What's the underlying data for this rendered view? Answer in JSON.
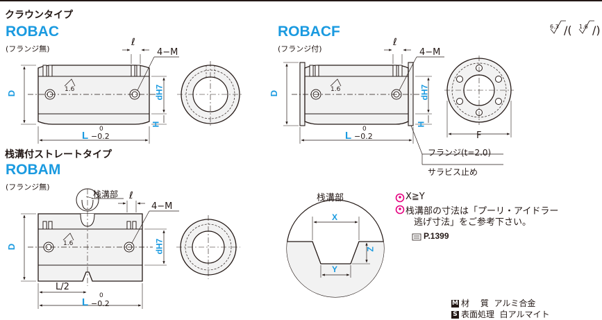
{
  "header": {
    "crown_type": "クラウンタイプ",
    "roughness_a": "6.3",
    "roughness_open": "/(",
    "roughness_b": "1.6",
    "roughness_close": "/)"
  },
  "robac": {
    "model": "ROBAC",
    "variant": "(フランジ無)",
    "label_D": "D",
    "label_ell": "ℓ",
    "label_4M": "4−M",
    "label_dH7": "dH7",
    "label_H": "H",
    "roughness": "1.6",
    "label_L": "L",
    "tol_upper": "0",
    "tol_lower": "−0.2"
  },
  "robacf": {
    "model": "ROBACF",
    "variant": "(フランジ付)",
    "label_D": "D",
    "label_ell": "ℓ",
    "label_4M": "4−M",
    "label_dH7": "dH7",
    "label_H": "H",
    "roughness": "1.6",
    "label_L": "L",
    "tol_upper": "0",
    "tol_lower": "−0.2",
    "label_F": "F",
    "flange_note": "フランジ(t=2.0)",
    "flange_finish": "サラビス止め"
  },
  "robam": {
    "section_title": "栈溝付ストレートタイプ",
    "model": "ROBAM",
    "variant": "(フランジ無)",
    "groove_callout": "栈溝部",
    "label_ell": "ℓ",
    "label_4M": "4−M",
    "label_D": "D",
    "label_dH7": "dH7",
    "roughness": "1.6",
    "label_L2": "L/2",
    "label_L": "L",
    "tol_upper": "0",
    "tol_lower": "−0.2"
  },
  "groove_detail": {
    "title": "栈溝部",
    "label_X": "X",
    "label_Y": "Y",
    "label_Z": "Z"
  },
  "notes": {
    "note1": "X≧Y",
    "note2_line1": "栈溝部の寸法は「プーリ・アイドラー",
    "note2_line2": "逃げ寸法」をご参考下さい。",
    "page_ref": "P.1399"
  },
  "specs": {
    "material_badge": "M",
    "material_label": "材　 質",
    "material_value": "アルミ合金",
    "surface_badge": "S",
    "surface_label": "表面処理",
    "surface_value": "白アルマイト"
  },
  "colors": {
    "accent": "#1a9ae0",
    "ink": "#231815",
    "part_fill": "#f2f2f2"
  }
}
